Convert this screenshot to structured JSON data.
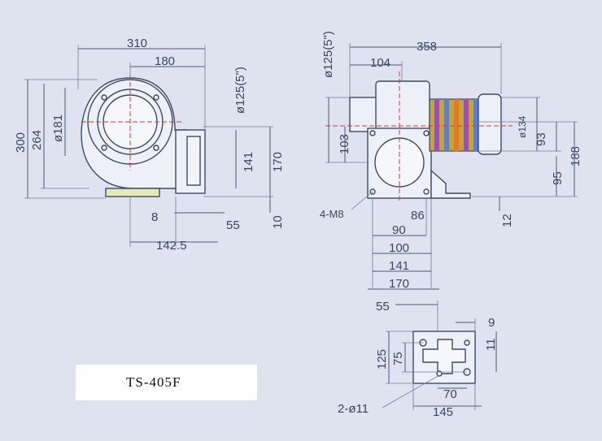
{
  "model": "TS-405F",
  "front_view": {
    "dims": [
      "310",
      "180",
      "ø125(5\")",
      "ø181",
      "300",
      "264",
      "141",
      "170",
      "8",
      "55",
      "142.5",
      "10"
    ]
  },
  "side_view": {
    "dims": [
      "ø125(5\")",
      "358",
      "104",
      "103",
      "ø134",
      "93",
      "95",
      "188",
      "4-M8",
      "86",
      "12",
      "90",
      "100",
      "141",
      "170"
    ]
  },
  "base_view": {
    "dims": [
      "55",
      "9",
      "125",
      "75",
      "11",
      "70",
      "145",
      "2-ø11"
    ]
  }
}
